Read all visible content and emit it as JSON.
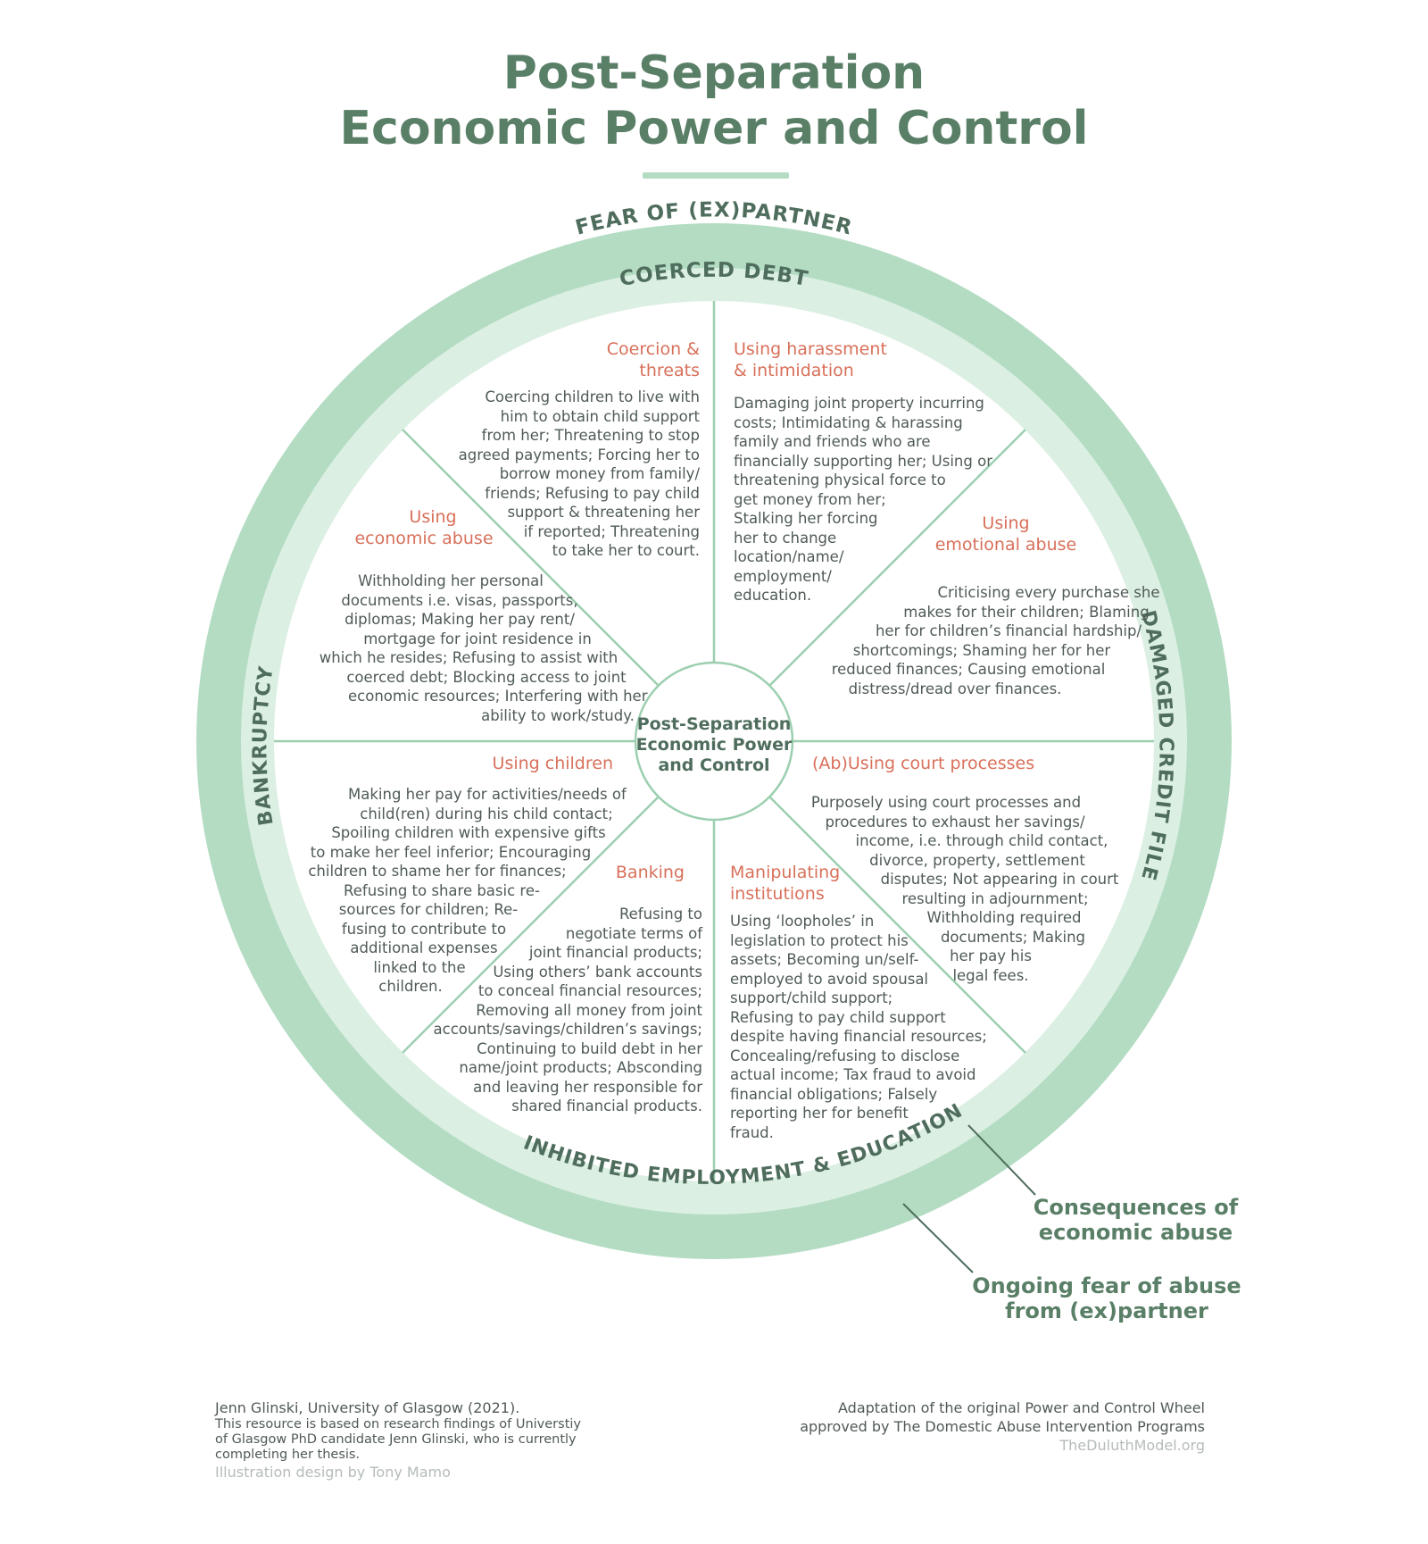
{
  "title": {
    "line1": "Post-Separation",
    "line2": "Economic Power and Control"
  },
  "wheel": {
    "outer_ring": {
      "top": "FEAR OF (EX)PARTNER",
      "left": "BANKRUPTCY",
      "right": "DAMAGED CREDIT FILE",
      "bottom": "INHIBITED EMPLOYMENT & EDUCATION"
    },
    "inner_ring_top": "COERCED DEBT",
    "center": [
      "Post-Separation",
      "Economic Power",
      "and Control"
    ],
    "colors": {
      "outer_ring": "#b3dcc3",
      "inner_ring": "#dcefe3",
      "spokes": "#9ccfb0",
      "heading": "#d8705a",
      "ring_text": "#4f6d5d"
    },
    "segments": [
      {
        "heading": [
          "Coercion &",
          "threats"
        ],
        "body": [
          "Coercing children to live with",
          "him to obtain child support",
          "from her;  Threatening to stop",
          "agreed payments; Forcing her to",
          "borrow money from family/",
          "friends; Refusing to pay child",
          "support & threatening her",
          "if reported; Threatening",
          "to take her to court."
        ]
      },
      {
        "heading": [
          "Using harassment",
          "& intimidation"
        ],
        "body": [
          "Damaging joint property incurring",
          "costs; Intimidating & harassing",
          "family and friends who are",
          "financially supporting her; Using or",
          "threatening physical force to",
          "get money from her;",
          "Stalking her forcing",
          "her to change",
          "location/name/",
          "employment/",
          "education."
        ]
      },
      {
        "heading": [
          "Using",
          "emotional abuse"
        ],
        "body": [
          "Criticising every purchase she",
          "makes for their children; Blaming",
          "her for children’s financial hardship/",
          "shortcomings; Shaming her for her",
          "reduced finances; Causing emotional",
          "distress/dread over finances."
        ]
      },
      {
        "heading": [
          "(Ab)Using court processes"
        ],
        "body": [
          "Purposely using court processes and",
          "procedures to exhaust her savings/",
          "income, i.e. through child contact,",
          "divorce, property, settlement",
          "disputes; Not appearing in court",
          "resulting in adjournment;",
          "Withholding required",
          "documents; Making",
          "her pay his",
          "legal fees."
        ]
      },
      {
        "heading": [
          "Manipulating",
          "institutions"
        ],
        "body": [
          "Using ‘loopholes’ in",
          "legislation to protect his",
          "assets; Becoming un/self-",
          "employed to avoid spousal",
          "support/child support;",
          "Refusing to pay child support",
          "despite having financial resources;",
          "Concealing/refusing to disclose",
          "actual income; Tax fraud to avoid",
          "financial obligations; Falsely",
          "reporting her for benefit",
          "fraud."
        ]
      },
      {
        "heading": [
          "Banking"
        ],
        "body": [
          "Refusing to",
          "negotiate terms of",
          "joint financial products;",
          "Using others’ bank accounts",
          "to conceal financial resources;",
          "Removing all money from joint",
          "accounts/savings/children’s savings;",
          "Continuing to build debt in her",
          "name/joint products; Absconding",
          "and leaving her responsible for",
          "shared financial products."
        ]
      },
      {
        "heading": [
          "Using children"
        ],
        "body": [
          "Making her pay for activities/needs of",
          "child(ren) during his child contact;",
          "Spoiling children with expensive gifts",
          "to make her feel inferior; Encouraging",
          "children to shame her for finances;",
          "Refusing to share basic re-",
          "sources for children; Re-",
          "fusing to contribute to",
          "additional expenses",
          "linked to the",
          "children."
        ]
      },
      {
        "heading": [
          "Using",
          "economic abuse"
        ],
        "body": [
          "Withholding her personal",
          "documents i.e. visas, passports,",
          "diplomas; Making her pay rent/",
          "mortgage for joint residence in",
          "which he resides; Refusing to assist with",
          "coerced debt;  Blocking access to joint",
          "economic resources; Interfering with her",
          "ability to work/study."
        ]
      }
    ]
  },
  "legend": {
    "inner": [
      "Consequences of",
      "economic abuse"
    ],
    "outer": [
      "Ongoing fear of abuse",
      "from (ex)partner"
    ]
  },
  "credits": {
    "left": {
      "author": "Jenn Glinski, University of Glasgow (2021).",
      "note": [
        "This resource is based on research findings of Universtiy",
        "of Glasgow PhD candidate Jenn Glinski, who is currently",
        "completing her thesis."
      ],
      "design": "Illustration design by Tony Mamo"
    },
    "right": {
      "lines": [
        "Adaptation of the original Power and Control Wheel",
        "approved by The Domestic Abuse Intervention Programs"
      ],
      "site": "TheDuluthModel.org"
    }
  }
}
